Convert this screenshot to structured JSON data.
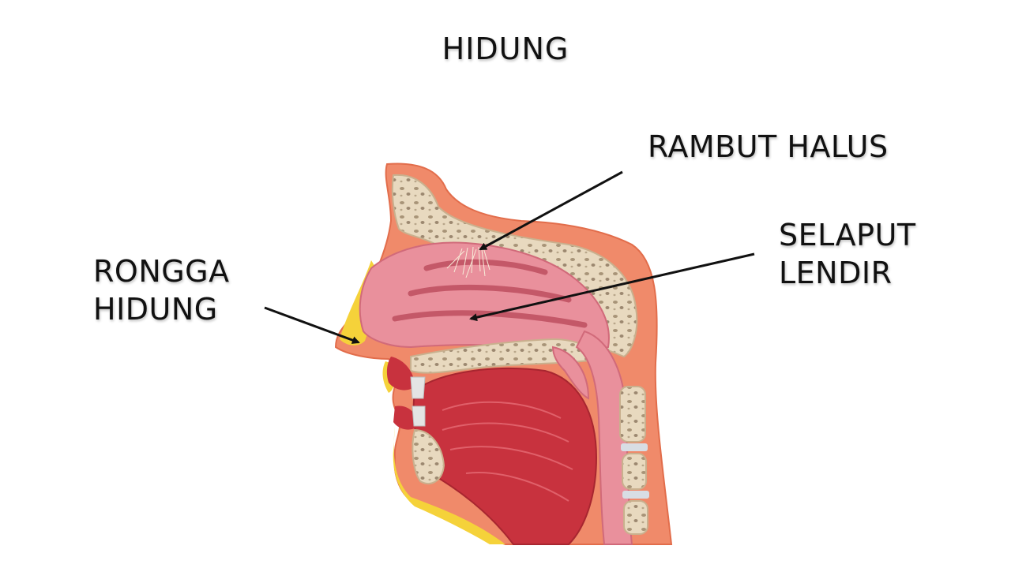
{
  "title": "HIDUNG",
  "labels": {
    "rambut_halus": "RAMBUT HALUS",
    "selaput_line1": "SELAPUT",
    "selaput_line2": "LENDIR",
    "rongga_line1": "RONGGA",
    "rongga_line2": "HIDUNG"
  },
  "colors": {
    "skin": "#f08a6a",
    "bone": "#e8d9bf",
    "mucosa": "#e9909c",
    "muscle": "#c8323e",
    "fat": "#f5d23a",
    "arrow": "#111111"
  }
}
